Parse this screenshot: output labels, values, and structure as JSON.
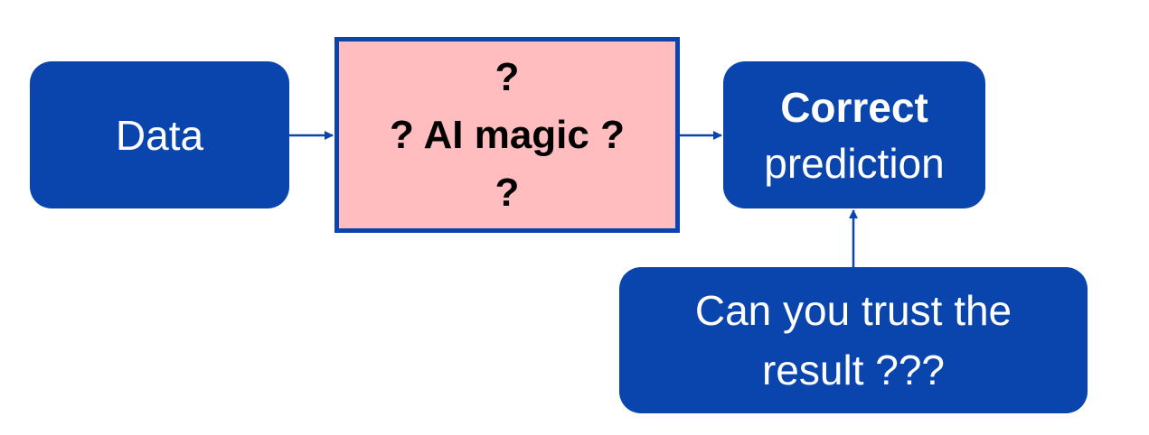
{
  "diagram": {
    "nodes": {
      "data": {
        "label": "Data"
      },
      "magic": {
        "line1": "?",
        "line2": "? AI magic ?",
        "line3": "?"
      },
      "prediction": {
        "line1": "Correct",
        "line2": "prediction"
      },
      "trust": {
        "line1": "Can you trust the",
        "line2": "result ???"
      }
    },
    "edges": [
      {
        "from": "data",
        "to": "magic"
      },
      {
        "from": "magic",
        "to": "prediction"
      },
      {
        "from": "trust",
        "to": "prediction"
      }
    ],
    "colors": {
      "node_fill": "#0a45ad",
      "magic_fill": "#ffbdc0",
      "magic_border": "#0a45ad",
      "arrow": "#0a45ad",
      "node_text": "#ffffff",
      "magic_text": "#000000"
    }
  }
}
